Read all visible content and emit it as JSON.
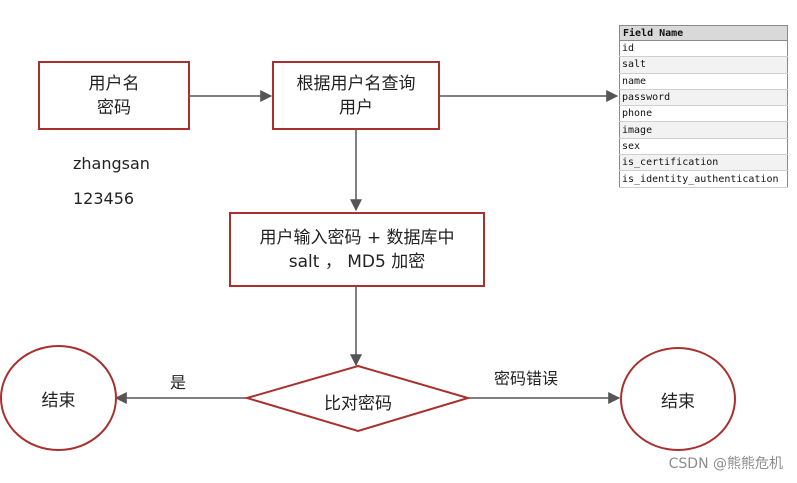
{
  "nodes": {
    "credentials_box": {
      "line1": "用户名",
      "line2": "密码"
    },
    "query_user_box": {
      "line1": "根据用户名查询",
      "line2": "用户"
    },
    "hash_box": {
      "line1": "用户输入密码 + 数据库中",
      "line2": "salt ， MD5 加密"
    },
    "compare_diamond": "比对密码",
    "end_left": "结束",
    "end_right": "结束"
  },
  "example": {
    "username": "zhangsan",
    "password": "123456"
  },
  "edge_labels": {
    "yes": "是",
    "wrong_password": "密码错误"
  },
  "field_table": {
    "header": "Field Name",
    "fields": [
      "id",
      "salt",
      "name",
      "password",
      "phone",
      "image",
      "sex",
      "is_certification",
      "is_identity_authentication"
    ]
  },
  "watermark": "CSDN @熊熊危机",
  "colors": {
    "node_border": "#a8312f",
    "arrow": "#555555"
  }
}
